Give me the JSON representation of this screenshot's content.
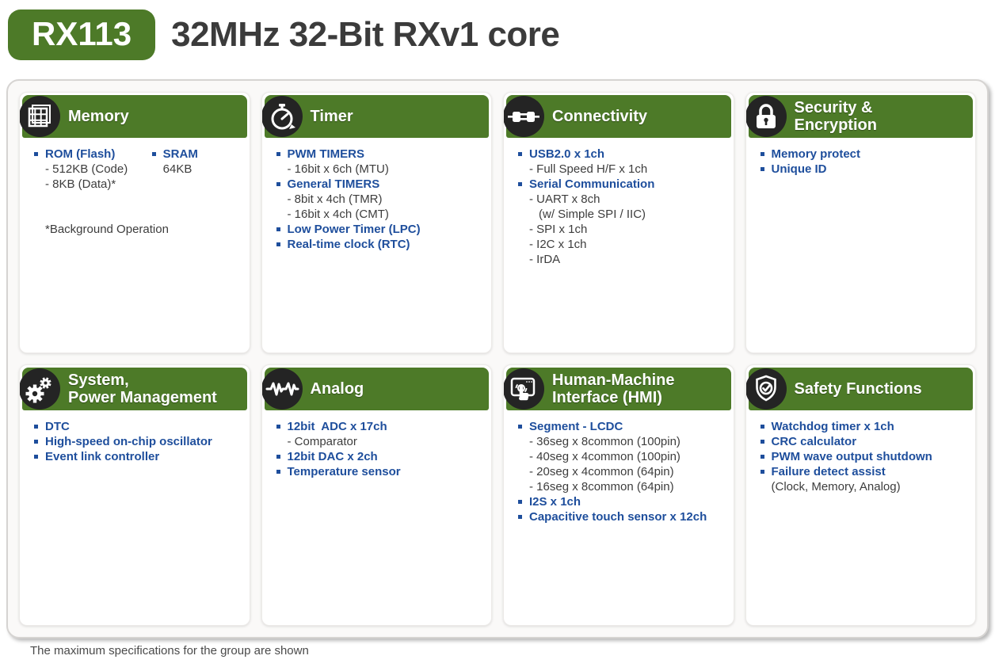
{
  "header": {
    "badge": "RX113",
    "title": "32MHz 32-Bit RXv1 core"
  },
  "footer": {
    "note": "The maximum specifications for the group are shown"
  },
  "colors": {
    "green": "#4d7a28",
    "blue": "#1e4e9c",
    "icon_bg": "#242424",
    "text": "#3d3d3d"
  },
  "cards": [
    {
      "id": "memory",
      "icon": "memory-grid-icon",
      "title_lines": [
        "Memory"
      ],
      "columns": [
        [
          {
            "t": "main",
            "text": "ROM (Flash)"
          },
          {
            "t": "sub",
            "text": "- 512KB (Code)"
          },
          {
            "t": "sub",
            "text": "- 8KB (Data)*"
          }
        ],
        [
          {
            "t": "main",
            "text": "SRAM"
          },
          {
            "t": "sub",
            "text": "64KB"
          }
        ]
      ],
      "items": [
        {
          "t": "spacer",
          "text": ""
        },
        {
          "t": "note",
          "text": "*Background Operation"
        }
      ]
    },
    {
      "id": "timer",
      "icon": "stopwatch-icon",
      "title_lines": [
        "Timer"
      ],
      "items": [
        {
          "t": "main",
          "text": "PWM TIMERS"
        },
        {
          "t": "sub",
          "text": "- 16bit x 6ch (MTU)"
        },
        {
          "t": "main",
          "text": "General TIMERS"
        },
        {
          "t": "sub",
          "text": "- 8bit x 4ch (TMR)"
        },
        {
          "t": "sub",
          "text": "- 16bit x 4ch (CMT)"
        },
        {
          "t": "main",
          "text": "Low Power Timer (LPC)"
        },
        {
          "t": "main",
          "text": "Real-time clock (RTC)"
        }
      ]
    },
    {
      "id": "connectivity",
      "icon": "plug-icon",
      "title_lines": [
        "Connectivity"
      ],
      "items": [
        {
          "t": "main",
          "text": "USB2.0 x 1ch"
        },
        {
          "t": "sub",
          "text": "- Full Speed H/F x 1ch"
        },
        {
          "t": "main",
          "text": "Serial Communication"
        },
        {
          "t": "sub",
          "text": "- UART x 8ch"
        },
        {
          "t": "sub2",
          "text": "(w/ Simple SPI / IIC)"
        },
        {
          "t": "sub",
          "text": "- SPI x 1ch"
        },
        {
          "t": "sub",
          "text": "- I2C x 1ch"
        },
        {
          "t": "sub",
          "text": "- IrDA"
        }
      ]
    },
    {
      "id": "security-encryption",
      "icon": "lock-icon",
      "title_lines": [
        "Security &",
        "Encryption"
      ],
      "items": [
        {
          "t": "main",
          "text": "Memory protect"
        },
        {
          "t": "main",
          "text": "Unique ID"
        }
      ]
    },
    {
      "id": "system-power-management",
      "icon": "gears-icon",
      "title_lines": [
        "System,",
        "Power Management"
      ],
      "items": [
        {
          "t": "main",
          "text": "DTC"
        },
        {
          "t": "main",
          "text": "High-speed on-chip oscillator"
        },
        {
          "t": "main",
          "text": "Event link controller"
        }
      ]
    },
    {
      "id": "analog",
      "icon": "waveform-icon",
      "title_lines": [
        "Analog"
      ],
      "items": [
        {
          "t": "main",
          "text": "12bit  ADC x 17ch"
        },
        {
          "t": "sub",
          "text": "- Comparator"
        },
        {
          "t": "main",
          "text": "12bit DAC x 2ch"
        },
        {
          "t": "main",
          "text": "Temperature sensor"
        }
      ]
    },
    {
      "id": "human-machine-interface",
      "icon": "touch-screen-icon",
      "title_lines": [
        "Human-Machine",
        "Interface (HMI)"
      ],
      "items": [
        {
          "t": "main",
          "text": "Segment - LCDC"
        },
        {
          "t": "sub",
          "text": "- 36seg x 8common (100pin)"
        },
        {
          "t": "sub",
          "text": "- 40seg x 4common (100pin)"
        },
        {
          "t": "sub",
          "text": "- 20seg x 4common (64pin)"
        },
        {
          "t": "sub",
          "text": "- 16seg x 8common (64pin)"
        },
        {
          "t": "main",
          "text": "I2S x 1ch"
        },
        {
          "t": "main",
          "text": "Capacitive touch sensor x 12ch"
        }
      ]
    },
    {
      "id": "safety-functions",
      "icon": "shield-check-icon",
      "title_lines": [
        "Safety Functions"
      ],
      "items": [
        {
          "t": "main",
          "text": "Watchdog timer x 1ch"
        },
        {
          "t": "main",
          "text": "CRC calculator"
        },
        {
          "t": "main",
          "text": "PWM wave output shutdown"
        },
        {
          "t": "main",
          "text": "Failure detect assist"
        },
        {
          "t": "sub",
          "text": "(Clock, Memory, Analog)"
        }
      ]
    }
  ]
}
